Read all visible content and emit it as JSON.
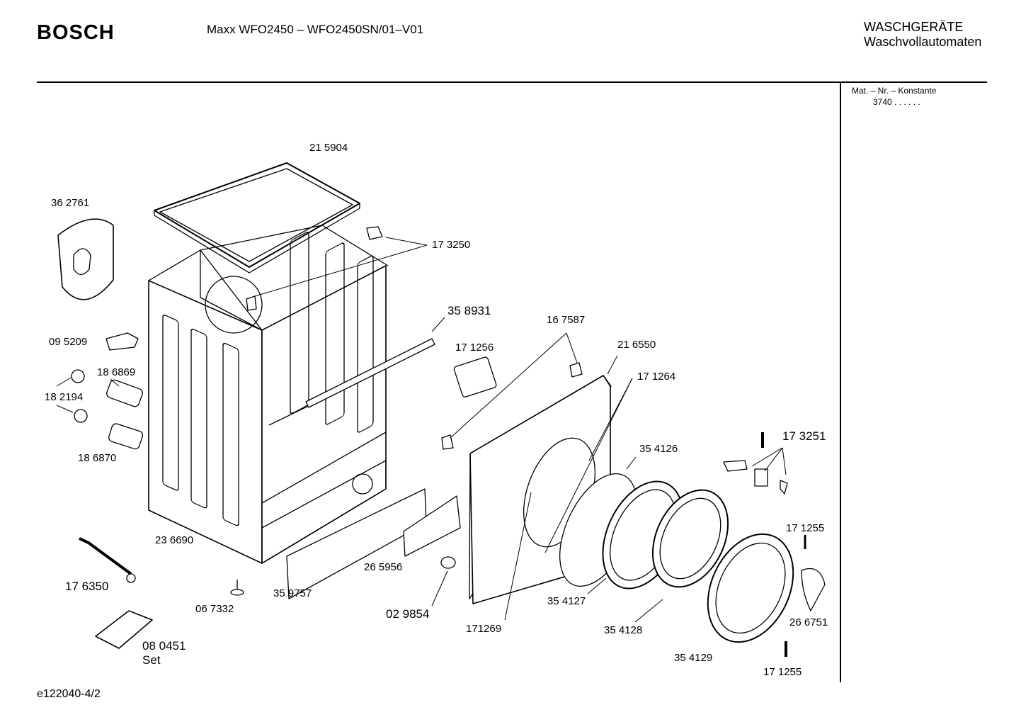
{
  "header": {
    "brand": "BOSCH",
    "model": "Maxx WFO2450  – WFO2450SN/01–V01",
    "category_line1": "WASCHGERÄTE",
    "category_line2": "Waschvollautomaten"
  },
  "side_panel": {
    "mat_label": "Mat. – Nr. – Konstante",
    "mat_value": "3740  .  .    .  .  .  ."
  },
  "footer": {
    "drawing_id": "e122040-4/2"
  },
  "parts": [
    {
      "id": "215904",
      "label": "21 5904"
    },
    {
      "id": "362761",
      "label": "36 2761"
    },
    {
      "id": "173250",
      "label": "17 3250"
    },
    {
      "id": "358931",
      "label": "35 8931"
    },
    {
      "id": "167587",
      "label": "16 7587"
    },
    {
      "id": "095209",
      "label": "09 5209"
    },
    {
      "id": "171256",
      "label": "17 1256"
    },
    {
      "id": "216550",
      "label": "21 6550"
    },
    {
      "id": "186869",
      "label": "18 6869"
    },
    {
      "id": "171264",
      "label": "17 1264"
    },
    {
      "id": "182194",
      "label": "18 2194"
    },
    {
      "id": "173251",
      "label": "17 3251"
    },
    {
      "id": "354126",
      "label": "35 4126"
    },
    {
      "id": "186870",
      "label": "18 6870"
    },
    {
      "id": "171255a",
      "label": "17 1255"
    },
    {
      "id": "236690",
      "label": "23 6690"
    },
    {
      "id": "265956",
      "label": "26 5956"
    },
    {
      "id": "176350",
      "label": "17 6350"
    },
    {
      "id": "354127",
      "label": "35 4127"
    },
    {
      "id": "067332",
      "label": "06 7332"
    },
    {
      "id": "359757",
      "label": "35 9757"
    },
    {
      "id": "029854",
      "label": "02 9854"
    },
    {
      "id": "266751",
      "label": "26 6751"
    },
    {
      "id": "171269",
      "label": "171269"
    },
    {
      "id": "354128",
      "label": "35 4128"
    },
    {
      "id": "080451",
      "label": "08 0451"
    },
    {
      "id": "set",
      "label": "Set"
    },
    {
      "id": "354129",
      "label": "35 4129"
    },
    {
      "id": "171255b",
      "label": "17 1255"
    }
  ]
}
